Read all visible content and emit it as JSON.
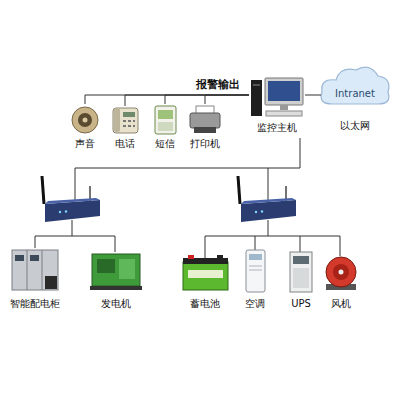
{
  "diagram": {
    "nodes": [
      {
        "text": [
          "声音"
        ]
      },
      {
        "text": [
          "电话"
        ]
      },
      {
        "text": [
          "短信"
        ]
      },
      {
        "text": [
          "打印机"
        ]
      },
      {
        "text": [
          "监控主机"
        ]
      },
      {
        "text": [
          "Intranet",
          "以太网"
        ]
      },
      {
        "text": [
          "智能配电柜"
        ]
      },
      {
        "text": [
          "发电机"
        ]
      },
      {
        "text": [
          "蓄电池"
        ]
      },
      {
        "text": [
          "空调"
        ]
      },
      {
        "text": [
          "UPS"
        ]
      },
      {
        "text": [
          "风机"
        ]
      }
    ],
    "edges": [
      {
        "from": 4,
        "to": 0,
        "arrow": "none"
      },
      {
        "from": 4,
        "to": 1,
        "arrow": "none"
      },
      {
        "from": 4,
        "to": 2,
        "arrow": "none"
      },
      {
        "from": 4,
        "to": 3,
        "arrow": "none"
      },
      {
        "from": 4,
        "to": 5,
        "arrow": "none"
      }
    ],
    "labels": [
      "报警输出"
    ]
  }
}
